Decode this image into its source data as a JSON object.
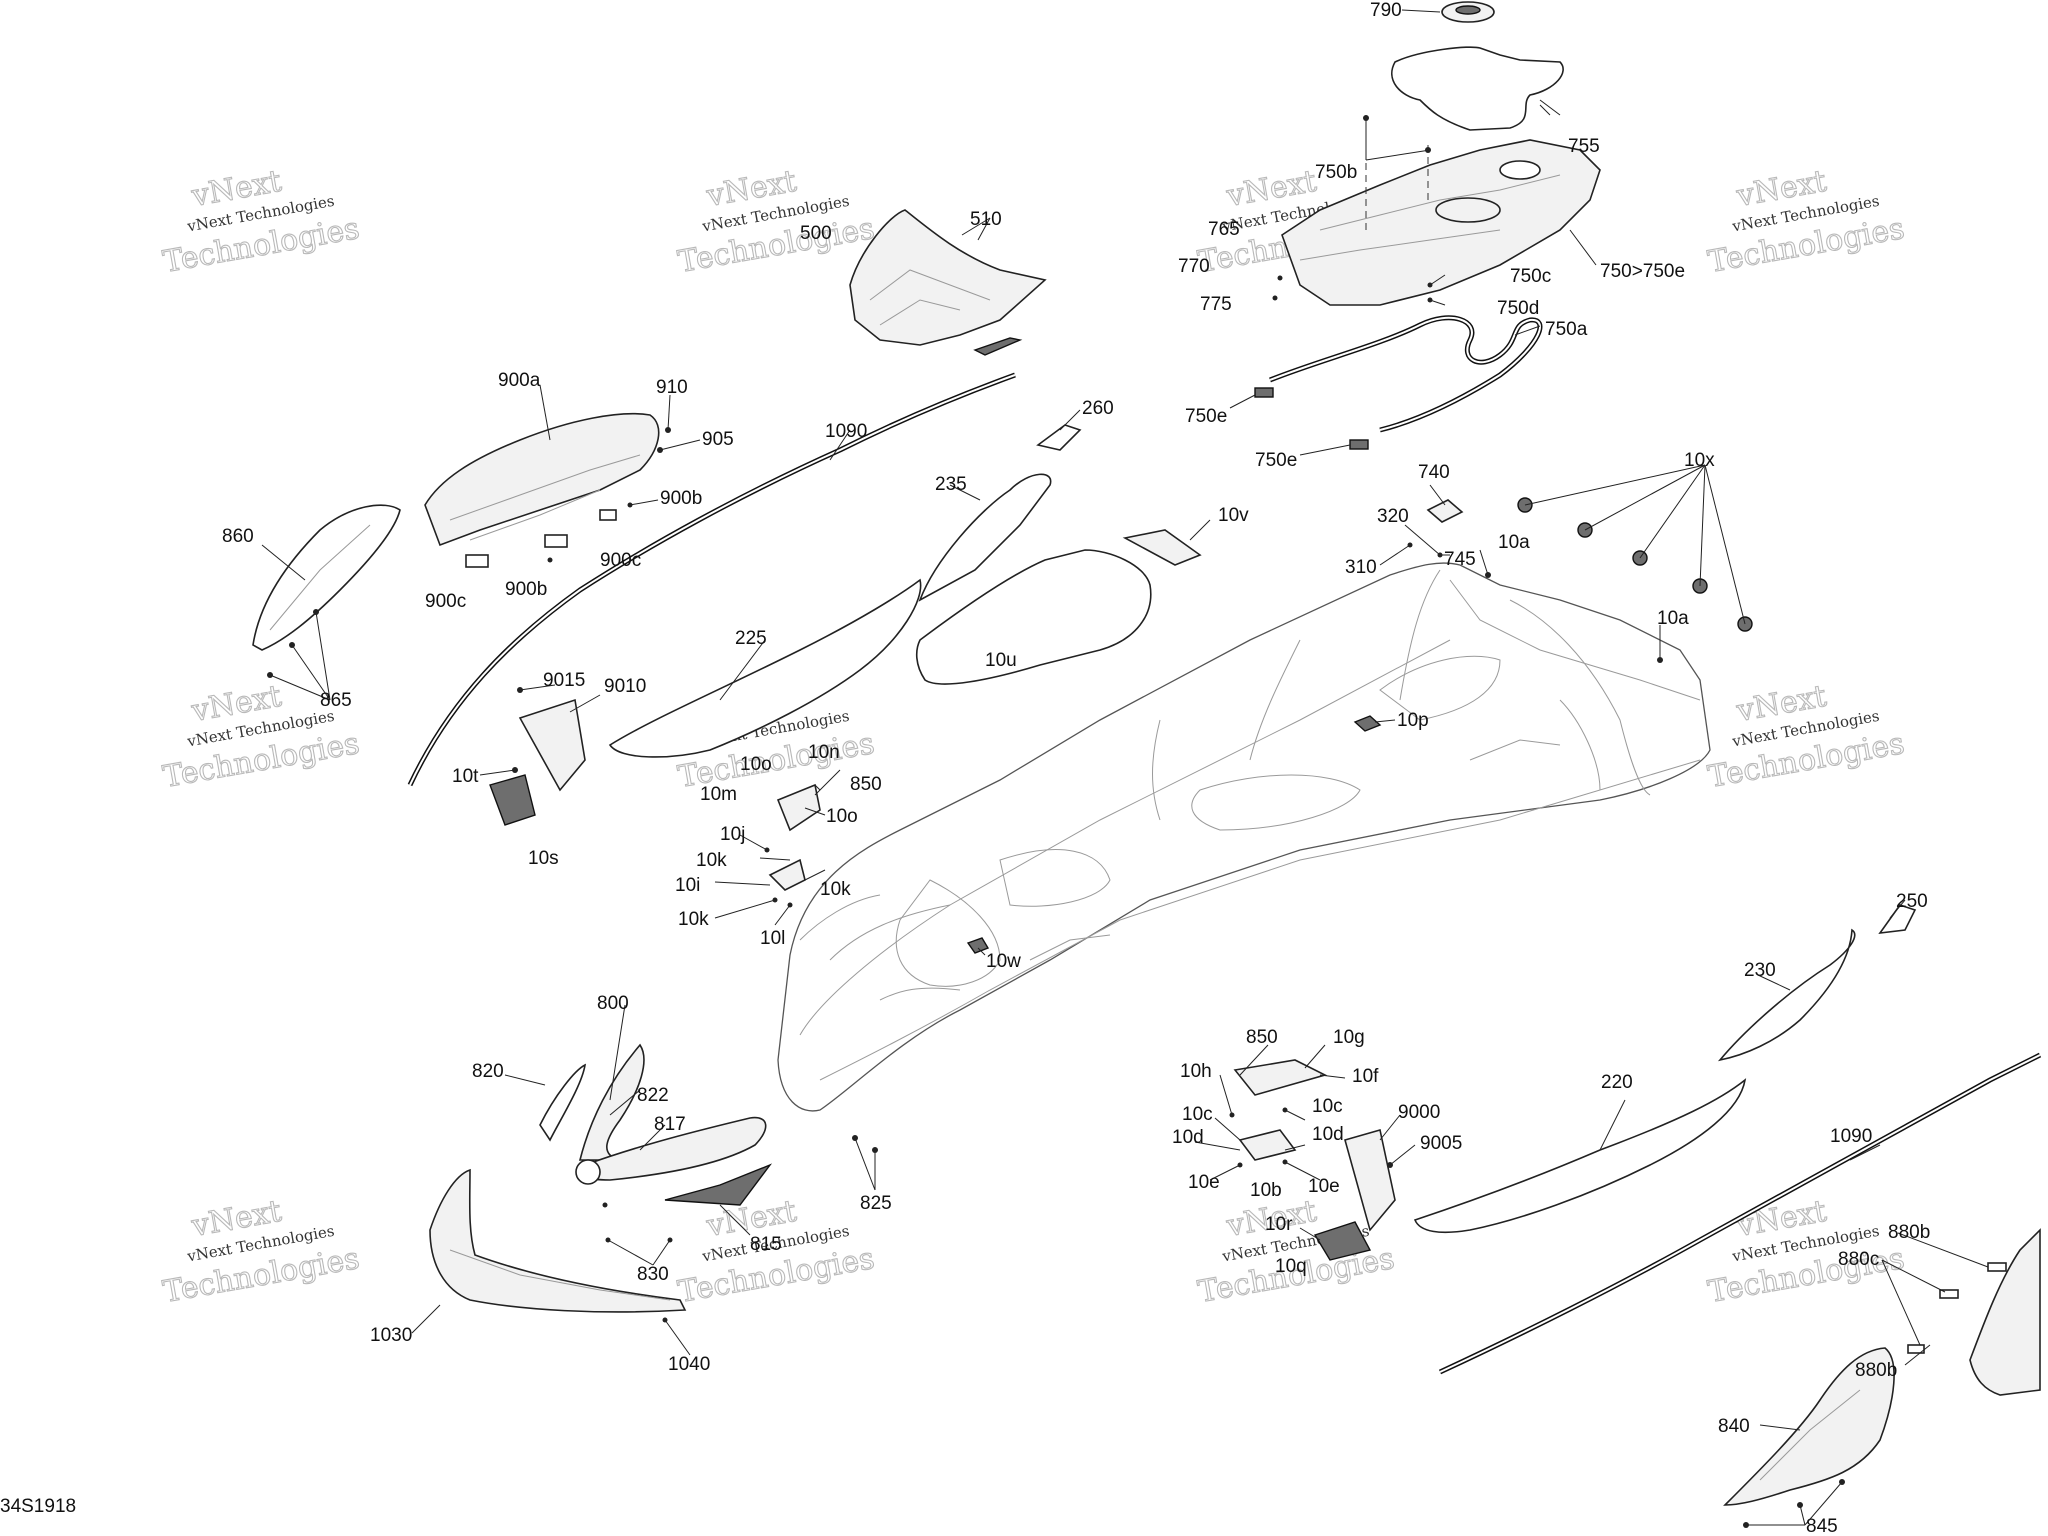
{
  "diagram_code": "34S1918",
  "watermark": {
    "line1": "vNext",
    "line2": "vNext Technologies",
    "line3": "Technologies"
  },
  "callouts": [
    {
      "id": "790",
      "text": "790"
    },
    {
      "id": "755",
      "text": "755"
    },
    {
      "id": "750b",
      "text": "750b"
    },
    {
      "id": "765",
      "text": "765"
    },
    {
      "id": "770",
      "text": "770"
    },
    {
      "id": "775",
      "text": "775"
    },
    {
      "id": "750ce",
      "text": "750>750e"
    },
    {
      "id": "750c",
      "text": "750c"
    },
    {
      "id": "750d",
      "text": "750d"
    },
    {
      "id": "750a",
      "text": "750a"
    },
    {
      "id": "750e-1",
      "text": "750e"
    },
    {
      "id": "750e-2",
      "text": "750e"
    },
    {
      "id": "500",
      "text": "500"
    },
    {
      "id": "510",
      "text": "510"
    },
    {
      "id": "900a",
      "text": "900a"
    },
    {
      "id": "910",
      "text": "910"
    },
    {
      "id": "905",
      "text": "905"
    },
    {
      "id": "900b-1",
      "text": "900b"
    },
    {
      "id": "900c-1",
      "text": "900c"
    },
    {
      "id": "900c-2",
      "text": "900c"
    },
    {
      "id": "900b-2",
      "text": "900b"
    },
    {
      "id": "860",
      "text": "860"
    },
    {
      "id": "865",
      "text": "865"
    },
    {
      "id": "1090-1",
      "text": "1090"
    },
    {
      "id": "260",
      "text": "260"
    },
    {
      "id": "235",
      "text": "235"
    },
    {
      "id": "225",
      "text": "225"
    },
    {
      "id": "9015",
      "text": "9015"
    },
    {
      "id": "9010",
      "text": "9010"
    },
    {
      "id": "10t",
      "text": "10t"
    },
    {
      "id": "10s",
      "text": "10s"
    },
    {
      "id": "10u",
      "text": "10u"
    },
    {
      "id": "10v",
      "text": "10v"
    },
    {
      "id": "740",
      "text": "740"
    },
    {
      "id": "320",
      "text": "320"
    },
    {
      "id": "745",
      "text": "745"
    },
    {
      "id": "310",
      "text": "310"
    },
    {
      "id": "10a-1",
      "text": "10a"
    },
    {
      "id": "10a-2",
      "text": "10a"
    },
    {
      "id": "10x",
      "text": "10x"
    },
    {
      "id": "10p",
      "text": "10p"
    },
    {
      "id": "10n",
      "text": "10n"
    },
    {
      "id": "10m",
      "text": "10m"
    },
    {
      "id": "850-1",
      "text": "850"
    },
    {
      "id": "10o-1",
      "text": "10o"
    },
    {
      "id": "10o-2",
      "text": "10o"
    },
    {
      "id": "10j",
      "text": "10j"
    },
    {
      "id": "10k-1",
      "text": "10k"
    },
    {
      "id": "10k-2",
      "text": "10k"
    },
    {
      "id": "10i",
      "text": "10i"
    },
    {
      "id": "10k-3",
      "text": "10k"
    },
    {
      "id": "10l",
      "text": "10l"
    },
    {
      "id": "10w",
      "text": "10w"
    },
    {
      "id": "250",
      "text": "250"
    },
    {
      "id": "230",
      "text": "230"
    },
    {
      "id": "800",
      "text": "800"
    },
    {
      "id": "820",
      "text": "820"
    },
    {
      "id": "822",
      "text": "822"
    },
    {
      "id": "817",
      "text": "817"
    },
    {
      "id": "815",
      "text": "815"
    },
    {
      "id": "830",
      "text": "830"
    },
    {
      "id": "825",
      "text": "825"
    },
    {
      "id": "1030",
      "text": "1030"
    },
    {
      "id": "1040",
      "text": "1040"
    },
    {
      "id": "850-2",
      "text": "850"
    },
    {
      "id": "10g",
      "text": "10g"
    },
    {
      "id": "10h",
      "text": "10h"
    },
    {
      "id": "10f",
      "text": "10f"
    },
    {
      "id": "10c-1",
      "text": "10c"
    },
    {
      "id": "10c-2",
      "text": "10c"
    },
    {
      "id": "10d-1",
      "text": "10d"
    },
    {
      "id": "10d-2",
      "text": "10d"
    },
    {
      "id": "10e-1",
      "text": "10e"
    },
    {
      "id": "10b",
      "text": "10b"
    },
    {
      "id": "10e-2",
      "text": "10e"
    },
    {
      "id": "9000",
      "text": "9000"
    },
    {
      "id": "9005",
      "text": "9005"
    },
    {
      "id": "10r",
      "text": "10r"
    },
    {
      "id": "10q",
      "text": "10q"
    },
    {
      "id": "220",
      "text": "220"
    },
    {
      "id": "1090-2",
      "text": "1090"
    },
    {
      "id": "880b-1",
      "text": "880b"
    },
    {
      "id": "880c",
      "text": "880c"
    },
    {
      "id": "880b-2",
      "text": "880b"
    },
    {
      "id": "840",
      "text": "840"
    },
    {
      "id": "845",
      "text": "845"
    }
  ]
}
